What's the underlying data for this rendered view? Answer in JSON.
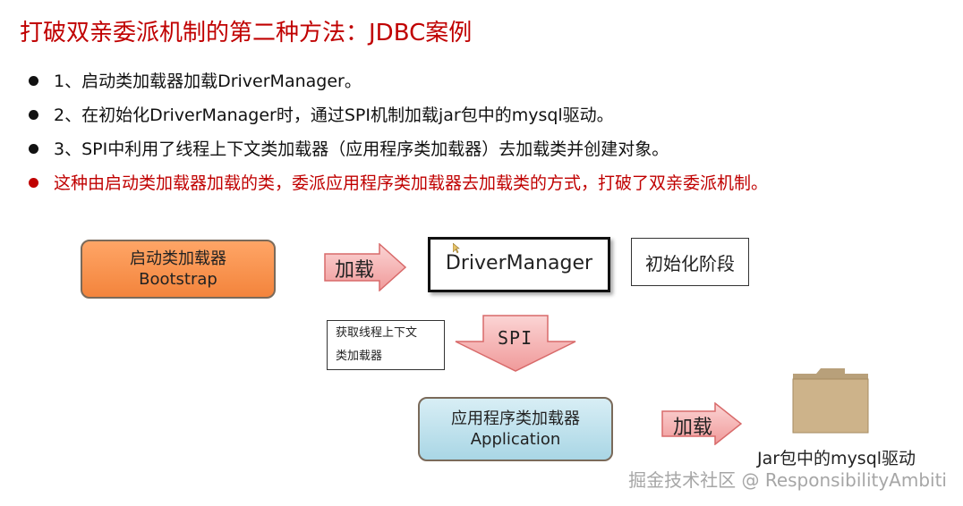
{
  "slide": {
    "title": "打破双亲委派机制的第二种方法：JDBC案例",
    "bullets": [
      "1、启动类加载器加载DriverManager。",
      "2、在初始化DriverManager时，通过SPI机制加载jar包中的mysql驱动。",
      "3、SPI中利用了线程上下文类加载器（应用程序类加载器）去加载类并创建对象。",
      "这种由启动类加载器加载的类，委派应用程序类加载器去加载类的方式，打破了双亲委派机制。"
    ]
  },
  "diagram": {
    "bootstrap": {
      "line1": "启动类加载器",
      "line2": "Bootstrap"
    },
    "load_arrow_1": "加载",
    "driver_manager": "DriverManager",
    "init_stage": "初始化阶段",
    "spi_arrow": "SPI",
    "thread_ctx": {
      "line1": "获取线程上下文",
      "line2": "类加载器"
    },
    "application": {
      "line1": "应用程序类加载器",
      "line2": "Application"
    },
    "load_arrow_2": "加载",
    "jar_label": "Jar包中的mysql驱动"
  },
  "watermark": "掘金技术社区 @ ResponsibilityAmbiti",
  "icons": {
    "folder": "folder-icon",
    "cursor": "cursor-icon"
  },
  "colors": {
    "title_red": "#c00000",
    "bootstrap_fill": "#f3843c",
    "application_fill": "#a9d6e5",
    "arrow_fill": "#f6b6b6"
  }
}
